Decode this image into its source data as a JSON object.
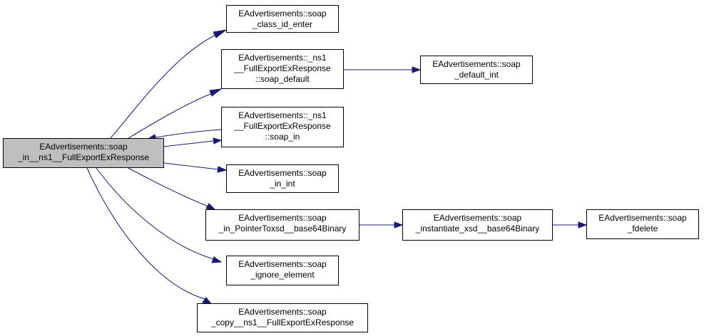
{
  "nodes": {
    "root": [
      "EAdvertisements::soap",
      "_in__ns1__FullExportExResponse"
    ],
    "class_id_enter": [
      "EAdvertisements::soap",
      "_class_id_enter"
    ],
    "soap_default": [
      "EAdvertisements::_ns1",
      "__FullExportExResponse",
      "::soap_default"
    ],
    "default_int": [
      "EAdvertisements::soap",
      "_default_int"
    ],
    "soap_in": [
      "EAdvertisements::_ns1",
      "__FullExportExResponse",
      "::soap_in"
    ],
    "in_int": [
      "EAdvertisements::soap",
      "_in_int"
    ],
    "pointer_base64": [
      "EAdvertisements::soap",
      "_in_PointerToxsd__base64Binary"
    ],
    "instantiate_base64": [
      "EAdvertisements::soap",
      "_instantiate_xsd__base64Binary"
    ],
    "fdelete": [
      "EAdvertisements::soap",
      "_fdelete"
    ],
    "ignore_element": [
      "EAdvertisements::soap",
      "_ignore_element"
    ],
    "copy": [
      "EAdvertisements::soap",
      "_copy__ns1__FullExportExResponse"
    ]
  },
  "colors": {
    "edge": "#191970",
    "root_fill": "#bfbfbf",
    "node_fill": "#ffffff",
    "node_border": "#000000"
  }
}
